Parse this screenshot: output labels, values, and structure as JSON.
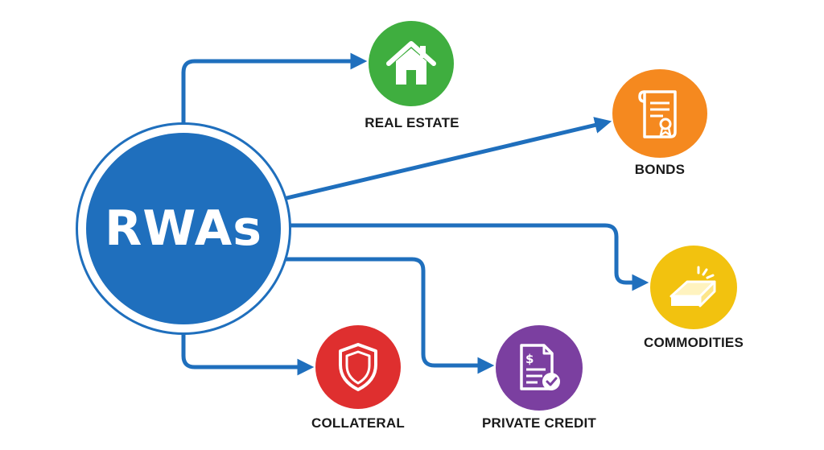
{
  "hub": {
    "label": "RWAs",
    "color": "#1f6fbd"
  },
  "connector_color": "#1f6fbd",
  "categories": [
    {
      "id": "real-estate",
      "label": "REAL ESTATE",
      "icon": "house-icon",
      "color": "#3fae3f"
    },
    {
      "id": "bonds",
      "label": "BONDS",
      "icon": "bond-certificate-icon",
      "color": "#f5891f"
    },
    {
      "id": "commodities",
      "label": "COMMODITIES",
      "icon": "gold-bar-icon",
      "color": "#f2c20f"
    },
    {
      "id": "collateral",
      "label": "COLLATERAL",
      "icon": "shield-icon",
      "color": "#df2f2f"
    },
    {
      "id": "private-credit",
      "label": "PRIVATE CREDIT",
      "icon": "credit-document-icon",
      "color": "#7b3fa0"
    }
  ]
}
